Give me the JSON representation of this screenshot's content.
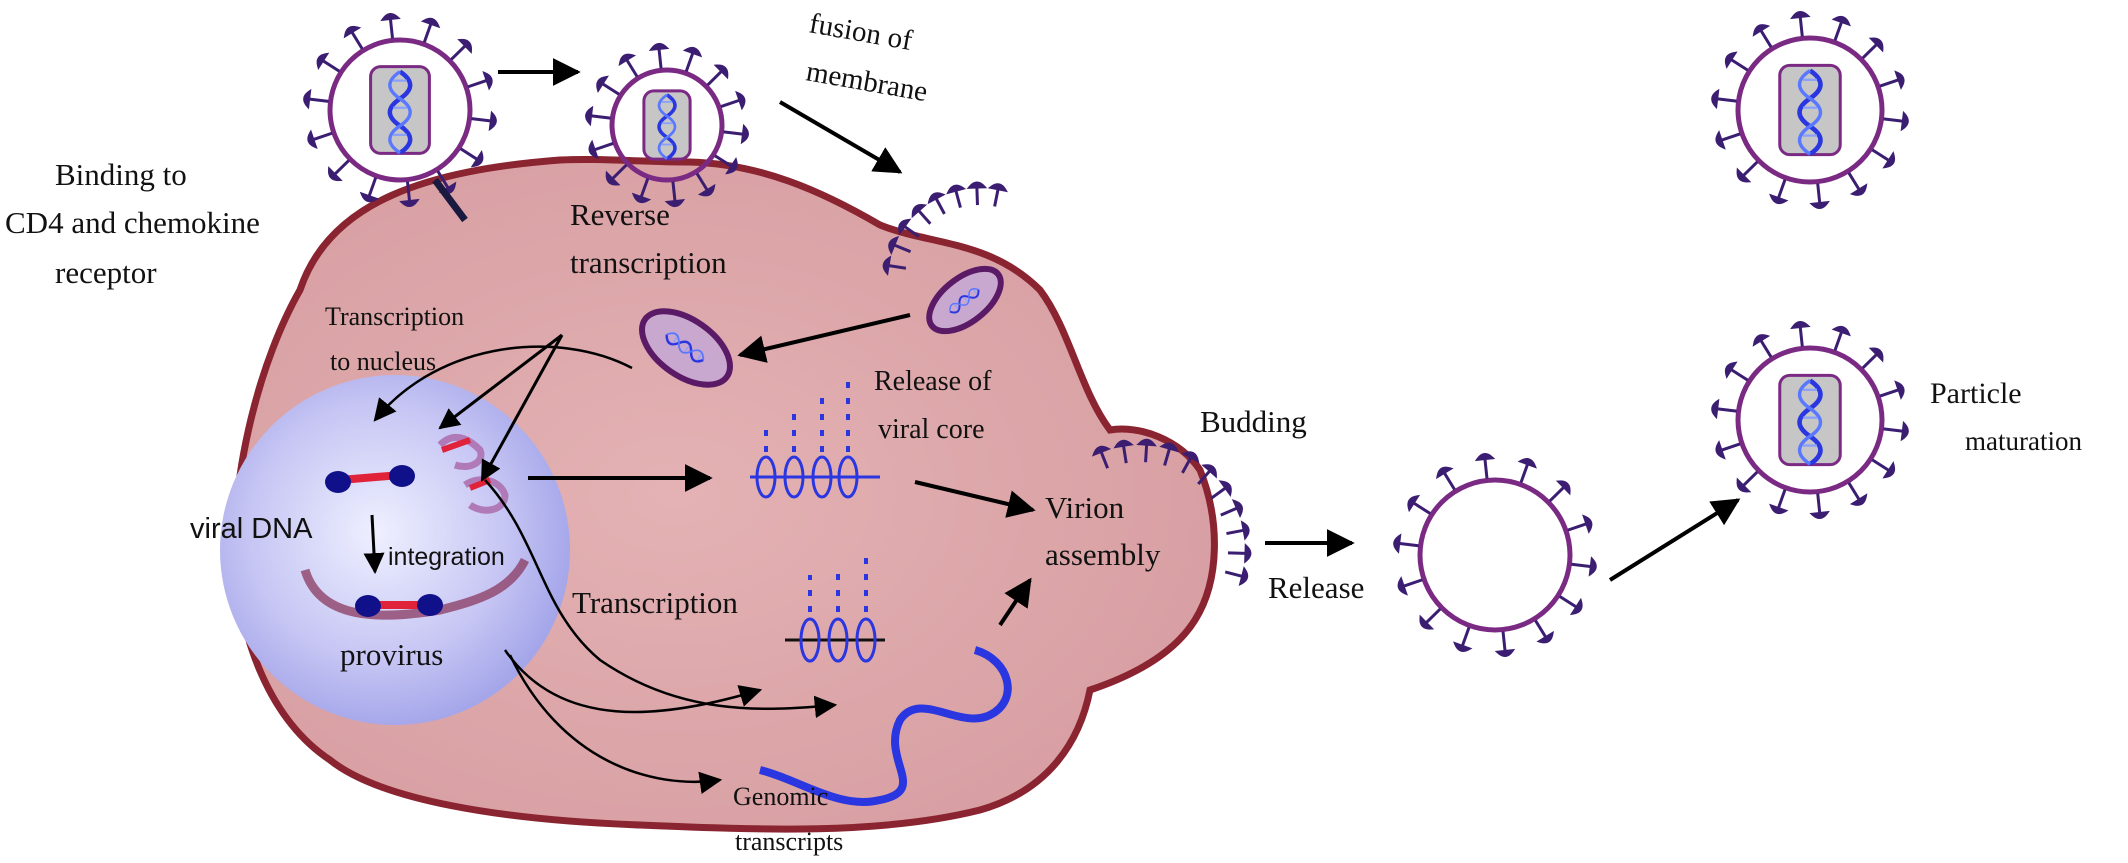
{
  "colors": {
    "cell_fill": "#d9a3a6",
    "cell_outline": "#8a2430",
    "nucleus_fill": "#c7c6f4",
    "virus_envelope": "#7b2a84",
    "spike": "#3b1e72",
    "capsid": "#c6c6c6",
    "dna": "#2a36e0",
    "rna": "#2a36e0",
    "provirus_red": "#e0223a",
    "provirus_blue": "#10108a",
    "arrow": "#000000"
  },
  "labels": {
    "fusion": [
      "fusion of",
      "membrane"
    ],
    "binding": [
      "Binding to",
      "CD4 and chemokine",
      "receptor"
    ],
    "reverse_transcription": [
      "Reverse",
      "transcription"
    ],
    "transcription_to_nucleus": [
      "Transcription",
      "to nucleus"
    ],
    "release_viral_core": [
      "Release of",
      "viral core"
    ],
    "budding": "Budding",
    "particle_maturation": [
      "Particle",
      "maturation"
    ],
    "viral_dna": "viral DNA",
    "integration": "integration",
    "provirus": "provirus",
    "transcription": "Transcription",
    "virion_assembly": [
      "Virion",
      "assembly"
    ],
    "release": "Release",
    "genomic_transcripts": [
      "Genomic",
      "transcripts"
    ]
  },
  "icons": {
    "virion": "virus-particle-icon",
    "empty_virion": "immature-virus-icon",
    "core": "viral-core-icon",
    "dna": "dna-helix-icon"
  }
}
